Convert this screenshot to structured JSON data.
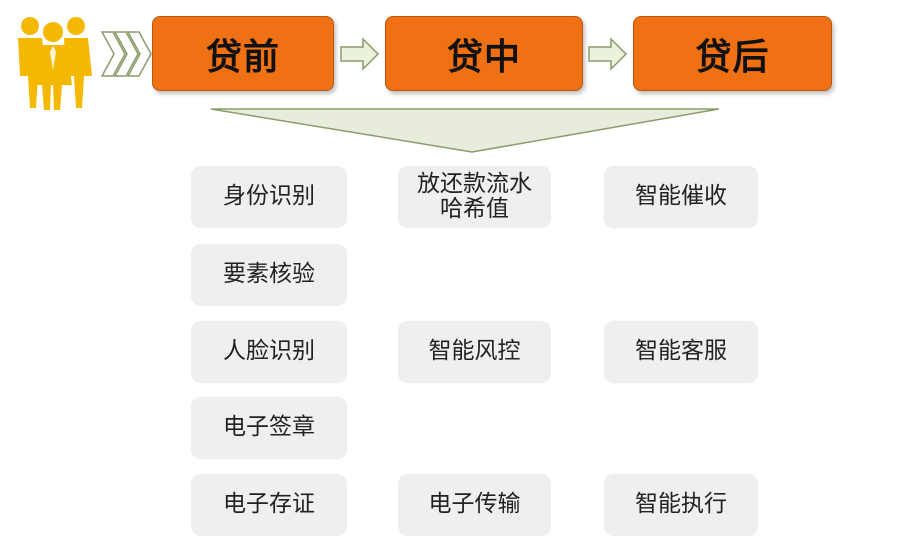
{
  "colors": {
    "accent": "#f07014",
    "people": "#f5b800",
    "arrow_fill": "#eaf1dd",
    "arrow_stroke": "#8a9c6a",
    "item_bg": "#efefef"
  },
  "icons": [
    "people-group-icon",
    "chevron-arrows-icon",
    "next-arrow-icon",
    "next-arrow-icon",
    "funnel-triangle-icon"
  ],
  "stages": [
    {
      "label": "贷前"
    },
    {
      "label": "贷中"
    },
    {
      "label": "贷后"
    }
  ],
  "columns": [
    {
      "items": [
        "身份识别",
        "要素核验",
        "人脸识别",
        "电子签章",
        "电子存证"
      ]
    },
    {
      "items": [
        "放还款流水哈希值",
        "智能风控",
        "电子传输"
      ],
      "first_item_lines": [
        "放还款流水",
        "哈希值"
      ]
    },
    {
      "items": [
        "智能催收",
        "智能客服",
        "智能执行"
      ]
    }
  ]
}
